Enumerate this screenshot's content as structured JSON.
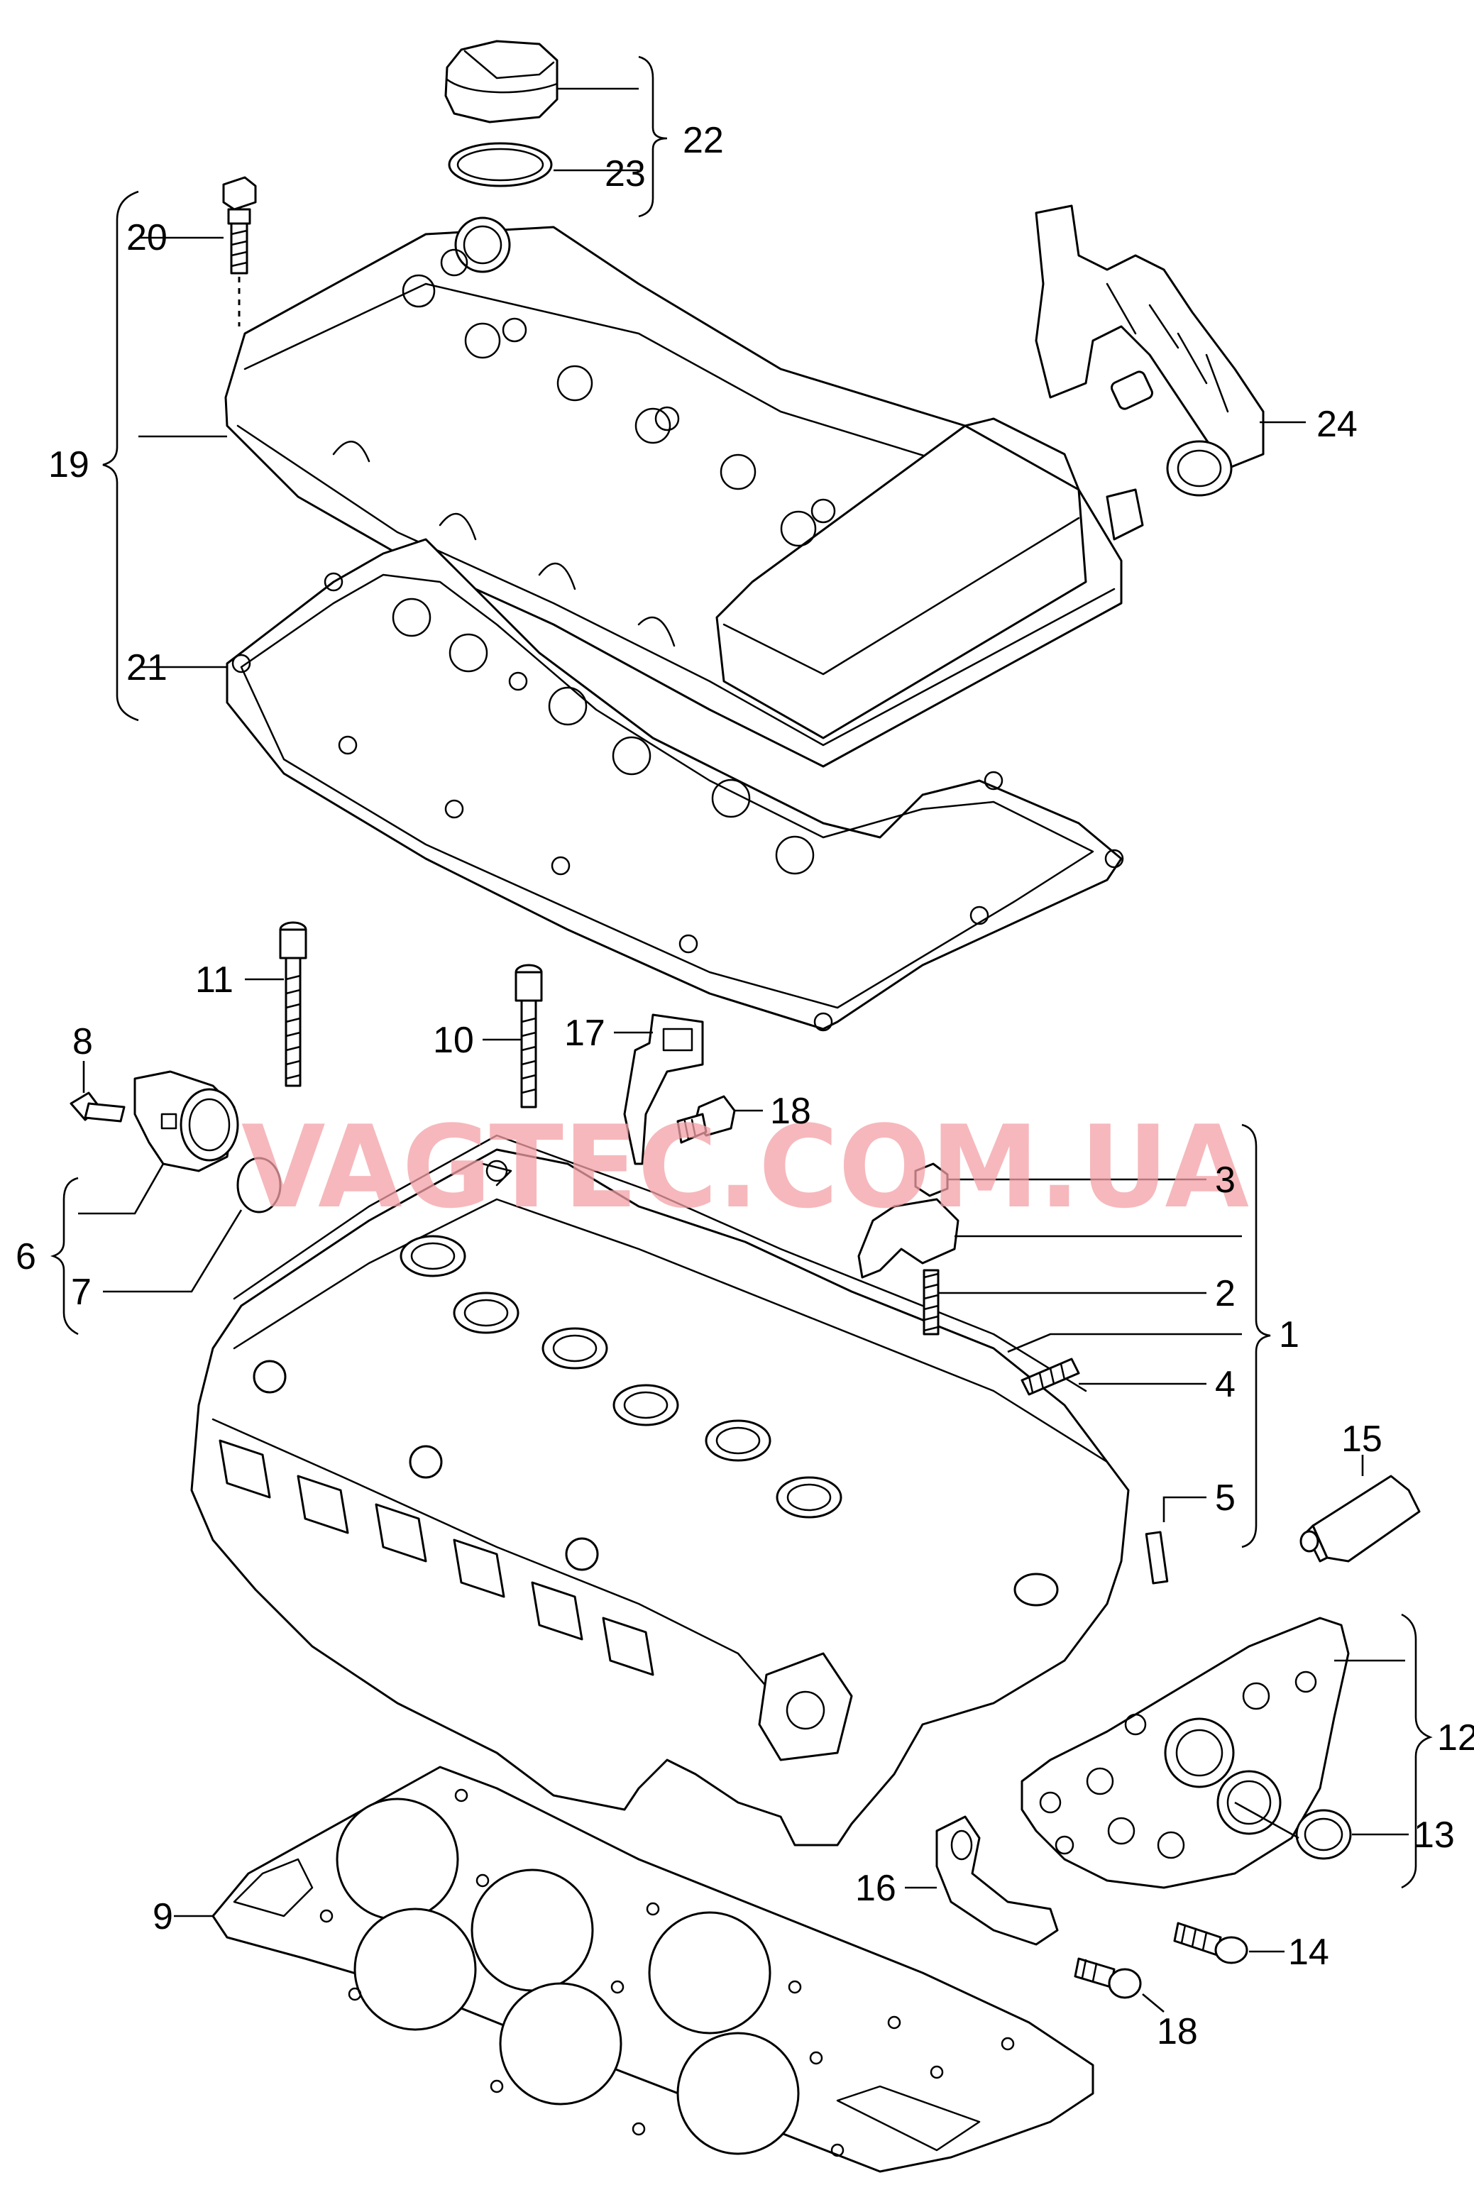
{
  "watermark": "VAGTEC.COM.UA",
  "callouts": {
    "c1": "1",
    "c2": "2",
    "c3": "3",
    "c4": "4",
    "c5": "5",
    "c6": "6",
    "c7": "7",
    "c8": "8",
    "c9": "9",
    "c10": "10",
    "c11": "11",
    "c12": "12",
    "c13": "13",
    "c14": "14",
    "c15": "15",
    "c16": "16",
    "c17": "17",
    "c18a": "18",
    "c18b": "18",
    "c19": "19",
    "c20": "20",
    "c21": "21",
    "c22": "22",
    "c23": "23",
    "c24": "24"
  },
  "colors": {
    "line": "#000000",
    "watermark": "#f3a0a6",
    "background": "#ffffff"
  }
}
